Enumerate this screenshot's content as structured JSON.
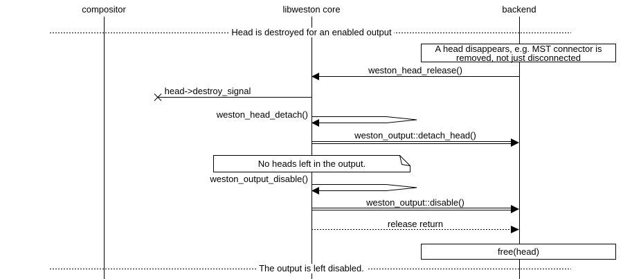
{
  "diagram": {
    "kind": "sequence-diagram",
    "colors": {
      "background": "#ffffff",
      "line": "#000000",
      "text": "#000000"
    },
    "participants": [
      {
        "label": "compositor"
      },
      {
        "label": "libweston core"
      },
      {
        "label": "backend"
      }
    ],
    "dividers": [
      {
        "label": "Head is destroyed for an enabled output"
      },
      {
        "label": "The output is left disabled."
      }
    ],
    "notes": [
      {
        "line1": "A head disappears, e.g. MST connector is",
        "line2": "removed, not just disconnected"
      },
      {
        "label": "No heads left in the output."
      },
      {
        "label": "free(head)"
      }
    ],
    "messages": [
      {
        "label": "weston_head_release()",
        "from": "backend",
        "to": "libweston core",
        "style": "solid-filled-arrow"
      },
      {
        "label": "head->destroy_signal",
        "from": "libweston core",
        "to": "lost",
        "style": "lost-x"
      },
      {
        "label": "weston_head_detach()",
        "from": "libweston core",
        "to": "libweston core",
        "style": "self-call"
      },
      {
        "label": "weston_output::detach_head()",
        "from": "libweston core",
        "to": "backend",
        "style": "double-line"
      },
      {
        "label": "weston_output_disable()",
        "from": "libweston core",
        "to": "libweston core",
        "style": "self-call"
      },
      {
        "label": "weston_output::disable()",
        "from": "libweston core",
        "to": "backend",
        "style": "double-line"
      },
      {
        "label": "release return",
        "from": "libweston core",
        "to": "backend",
        "style": "dotted"
      }
    ]
  }
}
